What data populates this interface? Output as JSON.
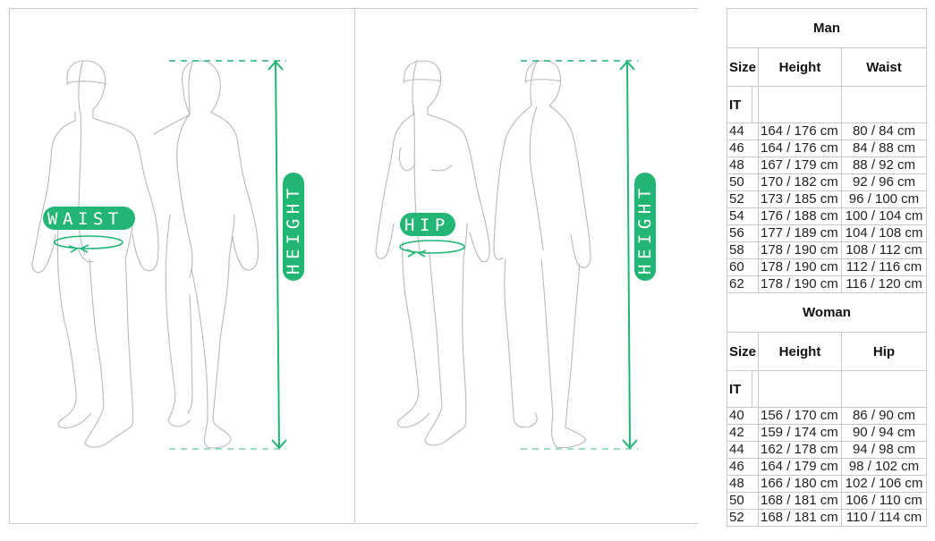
{
  "illustration": {
    "accent_color": "#22b573",
    "man": {
      "label": "WAIST",
      "height_label": "HEIGHT"
    },
    "woman": {
      "label": "HIP",
      "height_label": "HEIGHT"
    }
  },
  "size_chart": {
    "man": {
      "title": "Man",
      "columns": [
        "Size",
        "Height",
        "Waist"
      ],
      "size_system": "IT",
      "rows": [
        {
          "size": "44",
          "height": "164 / 176 cm",
          "measure": "80 / 84 cm"
        },
        {
          "size": "46",
          "height": "164 / 176 cm",
          "measure": "84 / 88 cm"
        },
        {
          "size": "48",
          "height": "167 / 179 cm",
          "measure": "88 / 92 cm"
        },
        {
          "size": "50",
          "height": "170 / 182 cm",
          "measure": "92 / 96 cm"
        },
        {
          "size": "52",
          "height": "173 / 185 cm",
          "measure": "96 / 100 cm"
        },
        {
          "size": "54",
          "height": "176 / 188 cm",
          "measure": "100 / 104 cm"
        },
        {
          "size": "56",
          "height": "177 / 189 cm",
          "measure": "104 / 108 cm"
        },
        {
          "size": "58",
          "height": "178 / 190 cm",
          "measure": "108 / 112 cm"
        },
        {
          "size": "60",
          "height": "178 / 190 cm",
          "measure": "112 / 116 cm"
        },
        {
          "size": "62",
          "height": "178 / 190 cm",
          "measure": "116 / 120 cm"
        }
      ]
    },
    "woman": {
      "title": "Woman",
      "columns": [
        "Size",
        "Height",
        "Hip"
      ],
      "size_system": "IT",
      "rows": [
        {
          "size": "40",
          "height": "156 / 170 cm",
          "measure": "86 / 90 cm"
        },
        {
          "size": "42",
          "height": "159 / 174 cm",
          "measure": "90 / 94 cm"
        },
        {
          "size": "44",
          "height": "162 / 178 cm",
          "measure": "94 / 98 cm"
        },
        {
          "size": "46",
          "height": "164 / 179 cm",
          "measure": "98 / 102 cm"
        },
        {
          "size": "48",
          "height": "166 / 180 cm",
          "measure": "102 / 106 cm"
        },
        {
          "size": "50",
          "height": "168 / 181 cm",
          "measure": "106 / 110 cm"
        },
        {
          "size": "52",
          "height": "168 / 181 cm",
          "measure": "110 / 114 cm"
        }
      ]
    }
  }
}
